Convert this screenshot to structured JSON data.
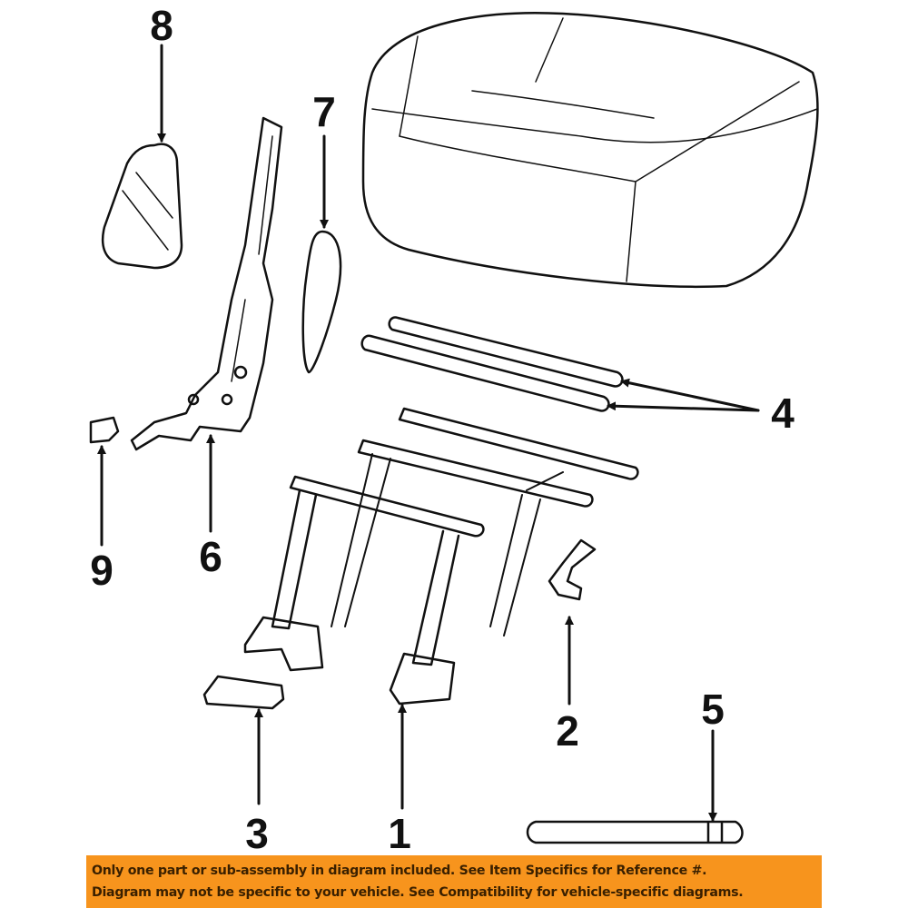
{
  "callouts": {
    "c1": "1",
    "c2": "2",
    "c3": "3",
    "c4": "4",
    "c5": "5",
    "c6": "6",
    "c7": "7",
    "c8": "8",
    "c9": "9"
  },
  "disclaimer": {
    "line1": "Only one part or sub-assembly in diagram included. See Item Specifics for Reference #.",
    "line2": "Diagram may not be specific to your vehicle. See Compatibility for vehicle-specific diagrams."
  },
  "colors": {
    "banner": "#f7941d",
    "ink": "#111111"
  }
}
